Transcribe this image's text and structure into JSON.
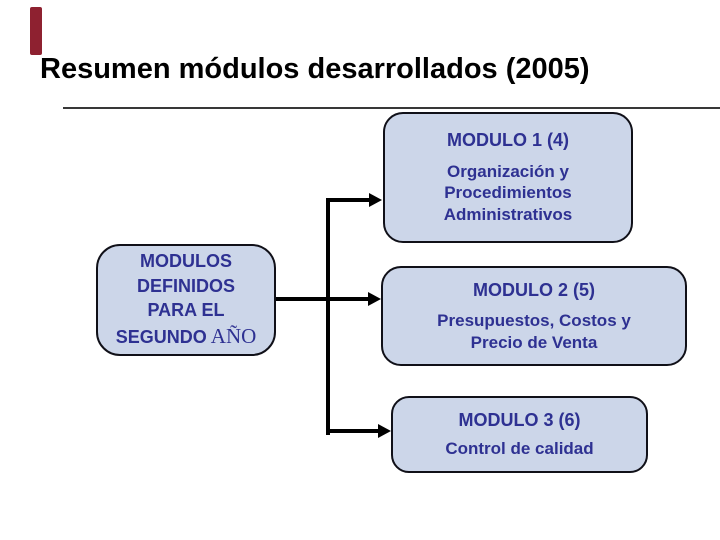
{
  "slide": {
    "title": "Resumen módulos desarrollados (2005)"
  },
  "left_box": {
    "line1": "MODULOS",
    "line2": "DEFINIDOS",
    "line3": "PARA EL",
    "line4_bold": "SEGUNDO",
    "line4_serif": " AÑO"
  },
  "modules": [
    {
      "heading": "MODULO 1 (4)",
      "body_lines": [
        "Organización y",
        "Procedimientos",
        "Administrativos"
      ]
    },
    {
      "heading": "MODULO 2 (5)",
      "body_lines": [
        "Presupuestos, Costos y",
        "Precio de Venta"
      ]
    },
    {
      "heading": "MODULO 3 (6)",
      "body_lines": [
        "Control de calidad"
      ]
    }
  ],
  "colors": {
    "accent_bar": "#8e2130",
    "box_fill": "#ccd6e9",
    "box_border": "#101018",
    "text_navy": "#2e3192",
    "title_text": "#000000",
    "connector": "#000000"
  }
}
